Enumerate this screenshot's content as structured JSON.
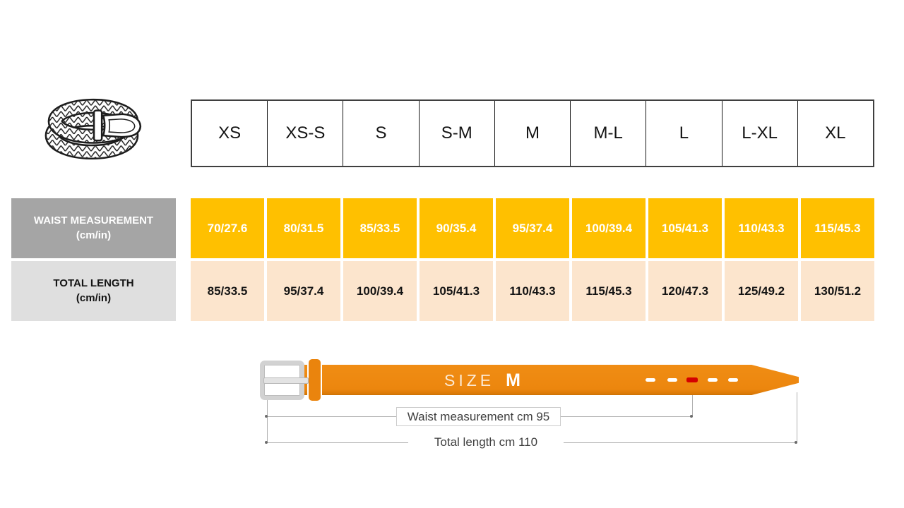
{
  "colors": {
    "gold": "#FFC000",
    "peach": "#FCE5CD",
    "label_gray": "#A5A5A5",
    "label_light_gray": "#DFDFDF",
    "belt_orange": "#EC860E",
    "selected_hole_red": "#D40000"
  },
  "icons": {
    "belt_icon": "braided-belt-illustration"
  },
  "size_table": {
    "sizes": [
      "XS",
      "XS-S",
      "S",
      "S-M",
      "M",
      "M-L",
      "L",
      "L-XL",
      "XL"
    ],
    "waist_row": {
      "label": "WAIST MEASUREMENT",
      "unit": "(cm/in)",
      "values": [
        "70/27.6",
        "80/31.5",
        "85/33.5",
        "90/35.4",
        "95/37.4",
        "100/39.4",
        "105/41.3",
        "110/43.3",
        "115/45.3"
      ]
    },
    "length_row": {
      "label": "TOTAL LENGTH",
      "unit": "(cm/in)",
      "values": [
        "85/33.5",
        "95/37.4",
        "100/39.4",
        "105/41.3",
        "110/43.3",
        "115/45.3",
        "120/47.3",
        "125/49.2",
        "130/51.2"
      ]
    }
  },
  "diagram": {
    "size_word": "SIZE",
    "size_value": "M",
    "waist_annotation": "Waist measurement cm 95",
    "length_annotation": "Total length cm 110"
  }
}
